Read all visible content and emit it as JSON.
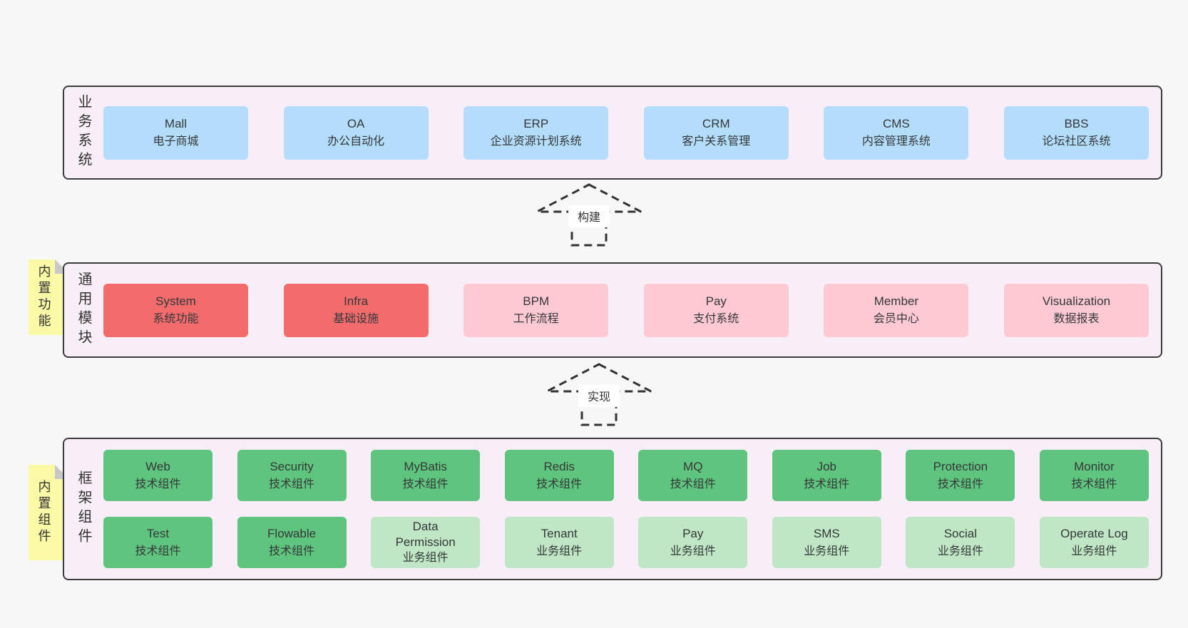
{
  "layers": {
    "business": {
      "label": "业务系统",
      "boxes": [
        {
          "title": "Mall",
          "subtitle": "电子商城",
          "variant": "blue"
        },
        {
          "title": "OA",
          "subtitle": "办公自动化",
          "variant": "blue"
        },
        {
          "title": "ERP",
          "subtitle": "企业资源计划系统",
          "variant": "blue"
        },
        {
          "title": "CRM",
          "subtitle": "客户关系管理",
          "variant": "blue"
        },
        {
          "title": "CMS",
          "subtitle": "内容管理系统",
          "variant": "blue"
        },
        {
          "title": "BBS",
          "subtitle": "论坛社区系统",
          "variant": "blue"
        }
      ]
    },
    "modules": {
      "tag": "内置功能",
      "label": "通用模块",
      "boxes": [
        {
          "title": "System",
          "subtitle": "系统功能",
          "variant": "red"
        },
        {
          "title": "Infra",
          "subtitle": "基础设施",
          "variant": "red"
        },
        {
          "title": "BPM",
          "subtitle": "工作流程",
          "variant": "pink"
        },
        {
          "title": "Pay",
          "subtitle": "支付系统",
          "variant": "pink"
        },
        {
          "title": "Member",
          "subtitle": "会员中心",
          "variant": "pink"
        },
        {
          "title": "Visualization",
          "subtitle": "数据报表",
          "variant": "pink"
        }
      ]
    },
    "components": {
      "tag": "内置组件",
      "label": "框架组件",
      "row1": [
        {
          "title": "Web",
          "subtitle": "技术组件",
          "variant": "green"
        },
        {
          "title": "Security",
          "subtitle": "技术组件",
          "variant": "green"
        },
        {
          "title": "MyBatis",
          "subtitle": "技术组件",
          "variant": "green"
        },
        {
          "title": "Redis",
          "subtitle": "技术组件",
          "variant": "green"
        },
        {
          "title": "MQ",
          "subtitle": "技术组件",
          "variant": "green"
        },
        {
          "title": "Job",
          "subtitle": "技术组件",
          "variant": "green"
        },
        {
          "title": "Protection",
          "subtitle": "技术组件",
          "variant": "green"
        },
        {
          "title": "Monitor",
          "subtitle": "技术组件",
          "variant": "green"
        }
      ],
      "row2": [
        {
          "title": "Test",
          "subtitle": "技术组件",
          "variant": "green"
        },
        {
          "title": "Flowable",
          "subtitle": "技术组件",
          "variant": "green"
        },
        {
          "title": "Data Permission",
          "subtitle": "业务组件",
          "variant": "lightgreen"
        },
        {
          "title": "Tenant",
          "subtitle": "业务组件",
          "variant": "lightgreen"
        },
        {
          "title": "Pay",
          "subtitle": "业务组件",
          "variant": "lightgreen"
        },
        {
          "title": "SMS",
          "subtitle": "业务组件",
          "variant": "lightgreen"
        },
        {
          "title": "Social",
          "subtitle": "业务组件",
          "variant": "lightgreen"
        },
        {
          "title": "Operate Log",
          "subtitle": "业务组件",
          "variant": "lightgreen"
        }
      ]
    }
  },
  "arrows": {
    "build": "构建",
    "implement": "实现"
  },
  "colors": {
    "page_bg": "#f7f7f7",
    "panel_bg": "#f8eef7",
    "panel_border": "#3b3b3b",
    "blue": "#b3ddfb",
    "red": "#f26c6c",
    "pink": "#fec9d3",
    "green": "#5fc47d",
    "light_green": "#bfe6c5",
    "tab_yellow": "#fafaa6",
    "fold_gray": "#c8c8c8",
    "text": "#333333"
  }
}
